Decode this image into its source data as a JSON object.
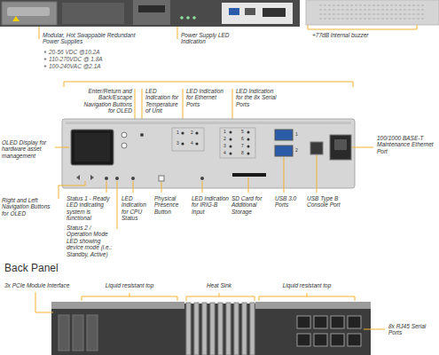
{
  "diagram": {
    "labels": [
      "Modular, Hot Swappable Redundant Power Supplies",
      "20-56 VDC @10.2A",
      "110-270VDC @ 1.8A",
      "100-240VAC @2.1A",
      "Power Supply LED Indication",
      "+77dB internal buzzer",
      "Enter/Return and Back/Escape Navigation Buttons for OLED",
      "LED Indication for Temperature of Unit",
      "LED indication for Ethernet Ports",
      "LED Indication for the 8x Serial Ports",
      "OLED Display for hardware asset management",
      "100/1000 BASE-T Maintenance Ethernet Port",
      "Right and Left Navigation Buttons for OLED",
      "Status 1 - Ready LED indicating system is functional",
      "Status 2 / Operation Mode LED showing device mode (i.e.: Standby, Active)",
      "LED Indication for CPU Status",
      "Physical Presence Button",
      "LED indication for IRIG-B Input",
      "SD Card for Additional Storage",
      "USB 3.0 Ports",
      "USB Type B Console Port",
      "Back Panel",
      "3x PCIe Module Interface",
      "Liquid resistant top",
      "Heat Sink",
      "Liquid resistant top",
      "8x RJ45 Serial Ports",
      "1",
      "2",
      "3",
      "4",
      "1",
      "2",
      "3",
      "4",
      "5",
      "6",
      "7",
      "8",
      "1",
      "2"
    ]
  }
}
